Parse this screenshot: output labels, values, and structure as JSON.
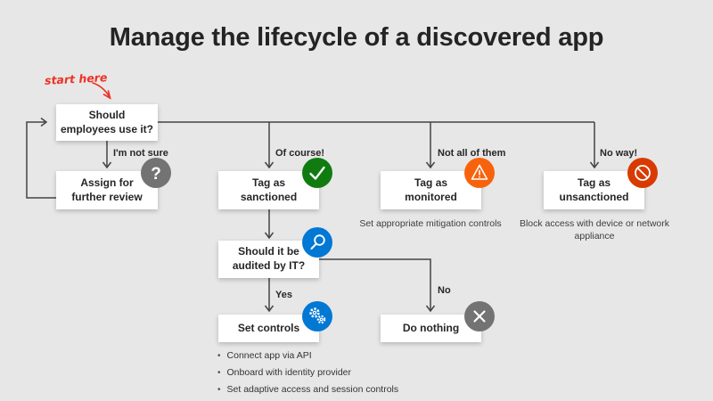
{
  "title": "Manage the lifecycle of a discovered app",
  "annotation": {
    "start_here": "start here"
  },
  "nodes": {
    "question": {
      "label": "Should employees use it?"
    },
    "assign": {
      "label": "Assign for further review",
      "icon": "question-mark-icon",
      "icon_color": "#737373",
      "glyph": "?"
    },
    "sanctioned": {
      "label": "Tag as sanctioned",
      "icon": "checkmark-icon",
      "icon_color": "#107C10"
    },
    "monitored": {
      "label": "Tag as monitored",
      "icon": "warning-icon",
      "icon_color": "#F7630C"
    },
    "unsanctioned": {
      "label": "Tag as unsanctioned",
      "icon": "blocked-icon",
      "icon_color": "#D83B01"
    },
    "audited": {
      "label": "Should it be audited by IT?",
      "icon": "magnifier-icon",
      "icon_color": "#0078D4"
    },
    "setcontrols": {
      "label": "Set controls",
      "icon": "gears-icon",
      "icon_color": "#0078D4"
    },
    "donothing": {
      "label": "Do nothing",
      "icon": "x-icon",
      "icon_color": "#737373"
    }
  },
  "edges": {
    "not_sure": "I'm not sure",
    "of_course": "Of course!",
    "not_all": "Not all of them",
    "no_way": "No way!",
    "yes": "Yes",
    "no": "No"
  },
  "captions": {
    "monitored": "Set appropriate mitigation controls",
    "unsanctioned": "Block access with device or network appliance"
  },
  "bullets": [
    "Connect app via API",
    "Onboard with identity provider",
    "Set adaptive access and session controls"
  ],
  "colors": {
    "background": "#e7e7e7",
    "line": "#444444",
    "annotation_red": "#ee3124",
    "green": "#107C10",
    "orange": "#F7630C",
    "red_orange": "#D83B01",
    "blue": "#0078D4",
    "gray": "#737373"
  }
}
